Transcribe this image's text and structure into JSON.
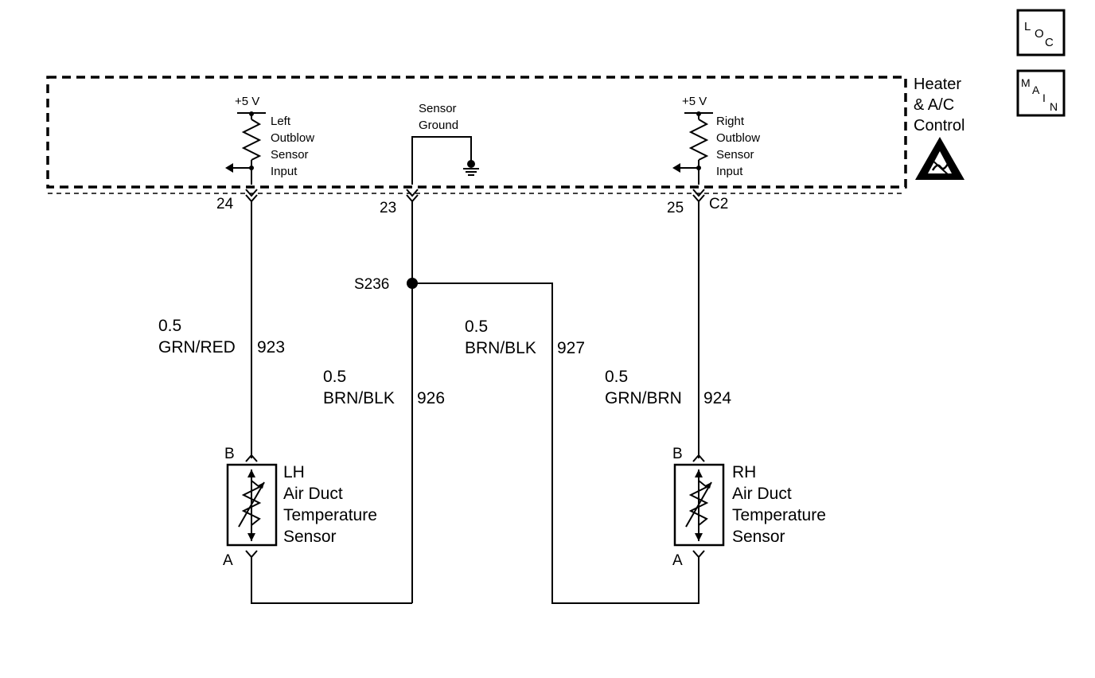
{
  "nav_buttons": {
    "loc": {
      "l1": "L",
      "l2": "O",
      "l3": "C"
    },
    "main": {
      "l1": "M",
      "l2": "A",
      "l3": "I",
      "l4": "N"
    }
  },
  "module": {
    "name_line1": "Heater",
    "name_line2": "& A/C",
    "name_line3": "Control",
    "connector": "C2",
    "esd_icon": "esd-warning-icon"
  },
  "left_input": {
    "supply": "+5 V",
    "label_lines": [
      "Left",
      "Outblow",
      "Sensor",
      "Input"
    ],
    "pin": "24"
  },
  "sensor_ground": {
    "label_lines": [
      "Sensor",
      "Ground"
    ],
    "pin": "23"
  },
  "right_input": {
    "supply": "+5 V",
    "label_lines": [
      "Right",
      "Outblow",
      "Sensor",
      "Input"
    ],
    "pin": "25"
  },
  "splice": "S236",
  "wires": {
    "w923": {
      "size": "0.5",
      "color": "GRN/RED",
      "circuit": "923"
    },
    "w926": {
      "size": "0.5",
      "color": "BRN/BLK",
      "circuit": "926"
    },
    "w927": {
      "size": "0.5",
      "color": "BRN/BLK",
      "circuit": "927"
    },
    "w924": {
      "size": "0.5",
      "color": "GRN/BRN",
      "circuit": "924"
    }
  },
  "lh_sensor": {
    "pin_b": "B",
    "pin_a": "A",
    "label_lines": [
      "LH",
      "Air Duct",
      "Temperature",
      "Sensor"
    ]
  },
  "rh_sensor": {
    "pin_b": "B",
    "pin_a": "A",
    "label_lines": [
      "RH",
      "Air Duct",
      "Temperature",
      "Sensor"
    ]
  }
}
